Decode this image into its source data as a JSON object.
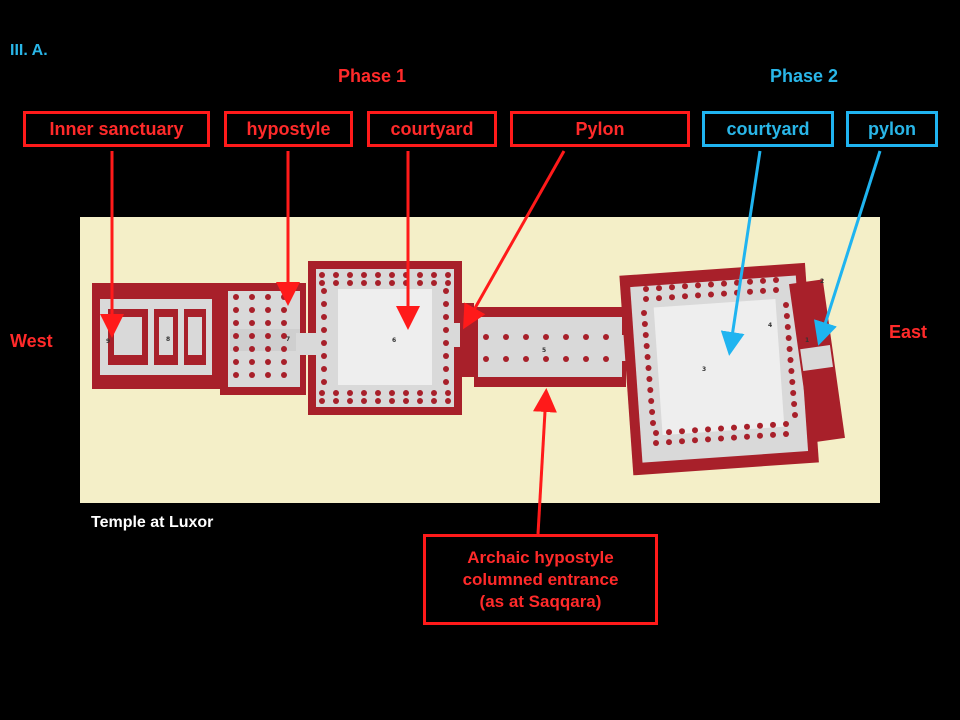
{
  "slide": {
    "id": "III. A."
  },
  "phases": {
    "phase1": "Phase 1",
    "phase2": "Phase 2"
  },
  "labels": {
    "inner_sanctuary": "Inner sanctuary",
    "hypostyle": "hypostyle",
    "courtyard1": "courtyard",
    "pylon1": "Pylon",
    "courtyard2": "courtyard",
    "pylon2": "pylon"
  },
  "directions": {
    "west": "West",
    "east": "East"
  },
  "caption": "Temple at Luxor",
  "callout": {
    "line1": "Archaic hypostyle",
    "line2": "columned entrance",
    "line3": "(as at Saqqara)"
  },
  "plan_numbers": [
    "1",
    "2",
    "3",
    "4",
    "5",
    "6",
    "7",
    "8",
    "9"
  ],
  "colors": {
    "phase1": "#ff1a1a",
    "phase2": "#1fb4f0",
    "plan_bg": "#f4efc8",
    "wall": "#a8202a",
    "floor": "#d9d9d9"
  }
}
